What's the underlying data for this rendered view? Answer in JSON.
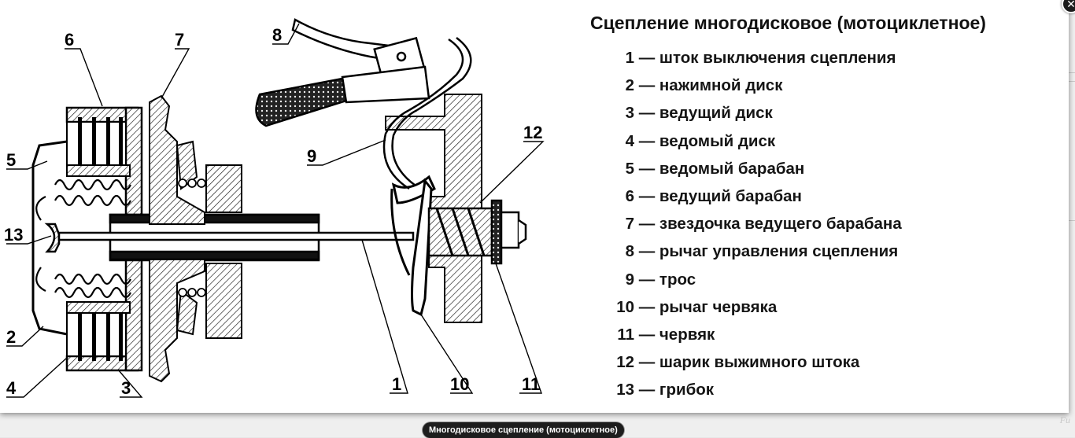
{
  "diagram": {
    "title": "Сцепление многодисковое (мотоциклетное)",
    "callouts": [
      "1",
      "2",
      "3",
      "4",
      "5",
      "6",
      "7",
      "8",
      "9",
      "10",
      "11",
      "12",
      "13"
    ],
    "legend": [
      {
        "num": "1",
        "label": "шток выключения сцепления"
      },
      {
        "num": "2",
        "label": "нажимной диск"
      },
      {
        "num": "3",
        "label": "ведущий диск"
      },
      {
        "num": "4",
        "label": "ведомый диск"
      },
      {
        "num": "5",
        "label": "ведомый барабан"
      },
      {
        "num": "6",
        "label": "ведущий барабан"
      },
      {
        "num": "7",
        "label": "звездочка  ведущего барабана"
      },
      {
        "num": "8",
        "label": "рычаг управления сцепления"
      },
      {
        "num": "9",
        "label": "трос"
      },
      {
        "num": "10",
        "label": "рычаг червяка"
      },
      {
        "num": "11",
        "label": "червяк"
      },
      {
        "num": "12",
        "label": "шарик выжимного штока"
      },
      {
        "num": "13",
        "label": "грибок"
      }
    ]
  },
  "caption": "Многодисковое сцепление (мотоциклетное)",
  "background_text": "Fu",
  "close_icon": "close-icon"
}
